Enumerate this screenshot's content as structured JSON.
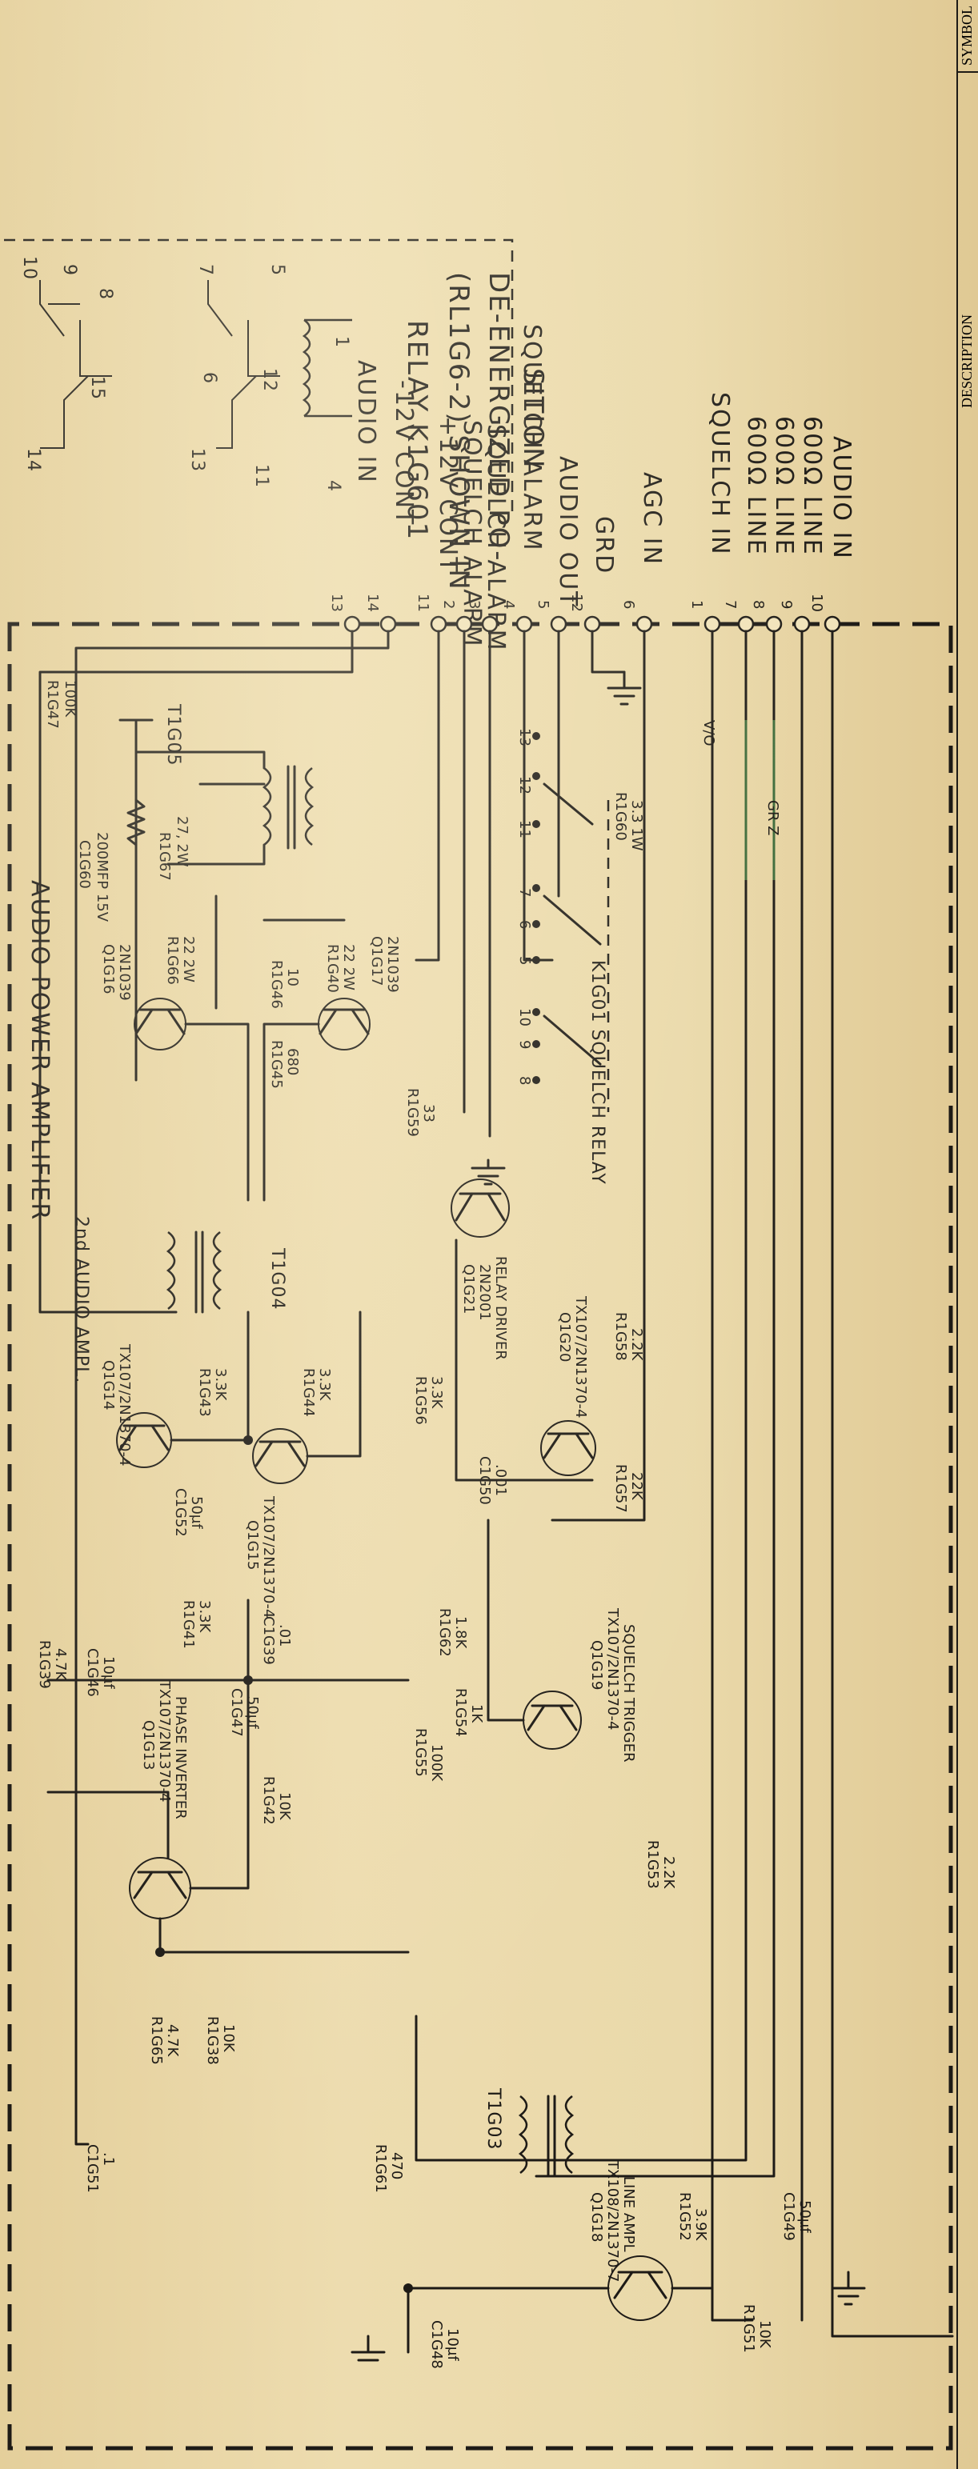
{
  "terminals": [
    {
      "num": "13",
      "label": "AUDIO IN"
    },
    {
      "num": "14",
      "label": "-12V CONT"
    },
    {
      "num": "11",
      "label": "+12V CONT"
    },
    {
      "num": "2",
      "label": "SQUELCH ALARM"
    },
    {
      "num": "3",
      "label": "SQUELCH ALARM"
    },
    {
      "num": "4",
      "label": "SQUELCH ALARM"
    },
    {
      "num": "5",
      "label": "AUDIO OUT"
    },
    {
      "num": "12",
      "label": "GRD"
    },
    {
      "num": "6",
      "label": "AGC IN"
    },
    {
      "num": "1",
      "label": "SQUELCH IN"
    },
    {
      "num": "7",
      "label": "600Ω LINE"
    },
    {
      "num": "8",
      "label": "600Ω LINE"
    },
    {
      "num": "9",
      "label": "600Ω LINE"
    },
    {
      "num": "10",
      "label": "AUDIO IN"
    }
  ],
  "relay_note": [
    "RELAY K1G601",
    "(RL1G6-2) SHOWN IN",
    "DE-ENERGIZED PO-",
    "SITION"
  ],
  "relay_detail_pins": [
    "10",
    "9",
    "8",
    "15",
    "14",
    "7",
    "6",
    "5",
    "12",
    "13",
    "11",
    "4",
    "1"
  ],
  "sections": {
    "audio_power_amplifier": "AUDIO POWER AMPLIFIER",
    "second_audio_ampl": "2nd AUDIO AMPL.",
    "squelch_relay": "K1G01 SQUELCH RELAY"
  },
  "transformers": [
    "T1G05",
    "T1G04",
    "T1G03"
  ],
  "transistors": [
    {
      "ref": "Q1G16",
      "part": "2N1039"
    },
    {
      "ref": "Q1G17",
      "part": "2N1039"
    },
    {
      "ref": "Q1G14",
      "part": "TX107/2N1370-4"
    },
    {
      "ref": "Q1G15",
      "part": "TX107/2N1370-4"
    },
    {
      "ref": "Q1G21",
      "part": "2N2001",
      "function": "RELAY DRIVER"
    },
    {
      "ref": "Q1G20",
      "part": "TX107/2N1370-4"
    },
    {
      "ref": "Q1G13",
      "part": "TX107/2N1370-4",
      "function": "PHASE INVERTER"
    },
    {
      "ref": "Q1G19",
      "part": "TX107/2N1370-4",
      "function": "SQUELCH TRIGGER"
    },
    {
      "ref": "Q1G18",
      "part": "TX108/2N1370-7",
      "function": "LINE AMPL"
    }
  ],
  "resistors": [
    {
      "ref": "R1G47",
      "value": "100K"
    },
    {
      "ref": "R1G67",
      "value": "27, 2W"
    },
    {
      "ref": "R1G66",
      "value": "22 2W"
    },
    {
      "ref": "R1G46",
      "value": "10"
    },
    {
      "ref": "R1G40",
      "value": "22 2W"
    },
    {
      "ref": "R1G45",
      "value": "680"
    },
    {
      "ref": "R1G59",
      "value": "33"
    },
    {
      "ref": "R1G60",
      "value": "3.3 1W"
    },
    {
      "ref": "R1G43",
      "value": "3.3K"
    },
    {
      "ref": "R1G44",
      "value": "3.3K"
    },
    {
      "ref": "R1G56",
      "value": "3.3K"
    },
    {
      "ref": "R1G58",
      "value": "2.2K"
    },
    {
      "ref": "R1G57",
      "value": "22K"
    },
    {
      "ref": "R1G41",
      "value": "3.3K"
    },
    {
      "ref": "R1G62",
      "value": "1.8K"
    },
    {
      "ref": "R1G39",
      "value": "4.7K"
    },
    {
      "ref": "R1G55",
      "value": "100K"
    },
    {
      "ref": "R1G54",
      "value": "1K"
    },
    {
      "ref": "R1G42",
      "value": "10K"
    },
    {
      "ref": "R1G53",
      "value": "2.2K"
    },
    {
      "ref": "R1G65",
      "value": "4.7K"
    },
    {
      "ref": "R1G38",
      "value": "10K"
    },
    {
      "ref": "R1G61",
      "value": "470"
    },
    {
      "ref": "R1G52",
      "value": "3.9K"
    },
    {
      "ref": "R1G51",
      "value": "10K"
    }
  ],
  "capacitors": [
    {
      "ref": "C1G60",
      "value": "200MFP 15V"
    },
    {
      "ref": "C1G52",
      "value": "50μf"
    },
    {
      "ref": "C1G50",
      "value": ".001"
    },
    {
      "ref": "C1G39",
      "value": ".01"
    },
    {
      "ref": "C1G46",
      "value": "10μf"
    },
    {
      "ref": "C1G47",
      "value": "50μf"
    },
    {
      "ref": "C1G51",
      "value": ".1"
    },
    {
      "ref": "C1G49",
      "value": "50μf"
    },
    {
      "ref": "C1G48",
      "value": "10μf"
    }
  ],
  "relay_contacts": [
    "13",
    "12",
    "11",
    "7",
    "6",
    "5",
    "10",
    "9",
    "8"
  ],
  "side_marks": [
    "V/O",
    "GR Z"
  ],
  "title_block": [
    "SYMBOL",
    "DESCRIPTION"
  ]
}
